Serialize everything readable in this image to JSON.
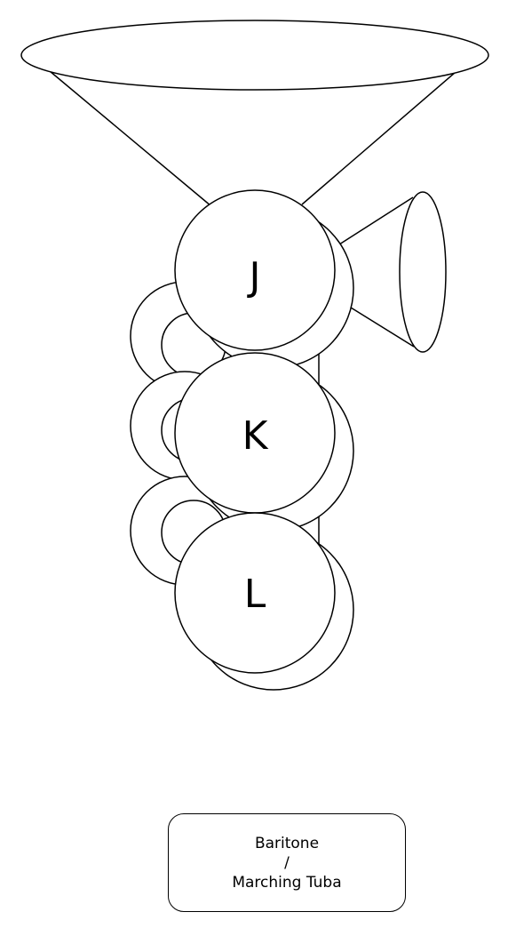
{
  "valves": [
    {
      "id": "j",
      "label": "J"
    },
    {
      "id": "k",
      "label": "K"
    },
    {
      "id": "l",
      "label": "L"
    }
  ],
  "caption": {
    "line1": "Baritone",
    "line2": "/",
    "line3": "Marching Tuba"
  },
  "colors": {
    "stroke": "#000000",
    "fill": "#ffffff"
  }
}
